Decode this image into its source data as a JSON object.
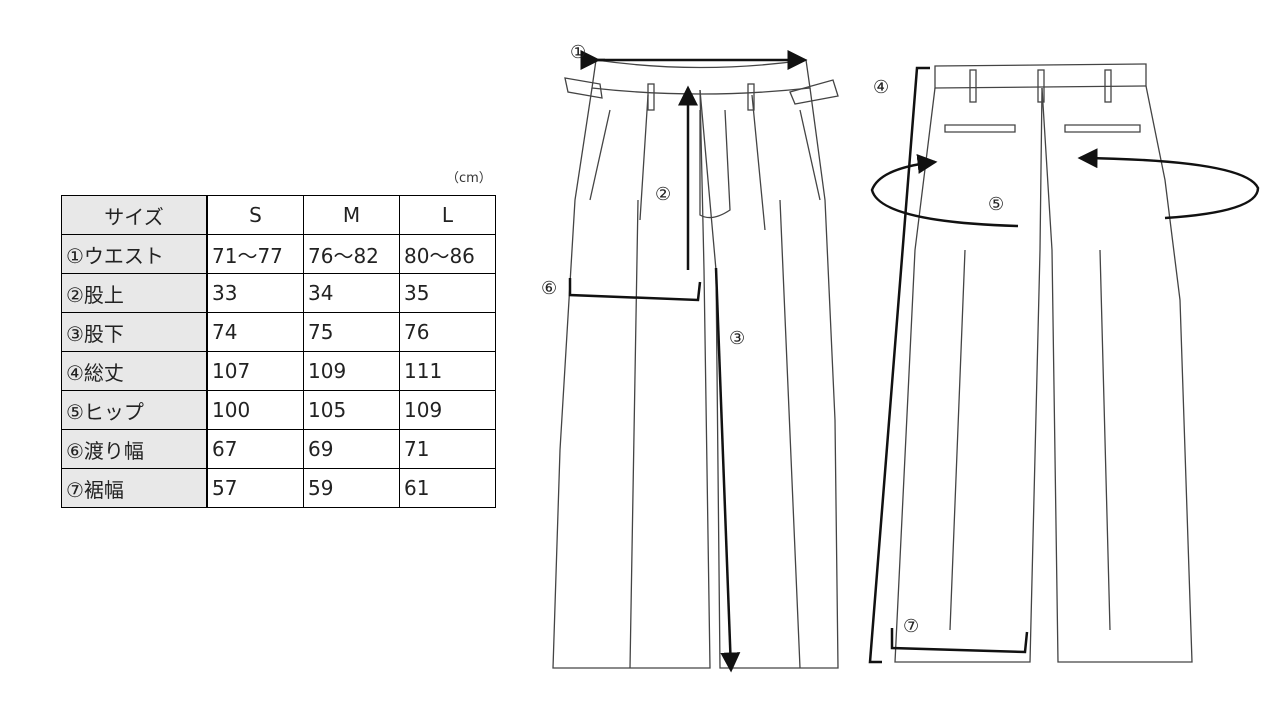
{
  "unit": "（cm）",
  "table": {
    "headers": [
      "サイズ",
      "S",
      "M",
      "L"
    ],
    "rows": [
      {
        "label": "①ウエスト",
        "values": [
          "71～77",
          "76～82",
          "80～86"
        ]
      },
      {
        "label": "②股上",
        "values": [
          "33",
          "34",
          "35"
        ]
      },
      {
        "label": "③股下",
        "values": [
          "74",
          "75",
          "76"
        ]
      },
      {
        "label": "④総丈",
        "values": [
          "107",
          "109",
          "111"
        ]
      },
      {
        "label": "⑤ヒップ",
        "values": [
          "100",
          "105",
          "109"
        ]
      },
      {
        "label": "⑥渡り幅",
        "values": [
          "67",
          "69",
          "71"
        ]
      },
      {
        "label": "⑦裾幅",
        "values": [
          "57",
          "59",
          "61"
        ]
      }
    ]
  },
  "diagram": {
    "labels": [
      "①",
      "②",
      "③",
      "④",
      "⑤",
      "⑥",
      "⑦"
    ]
  }
}
